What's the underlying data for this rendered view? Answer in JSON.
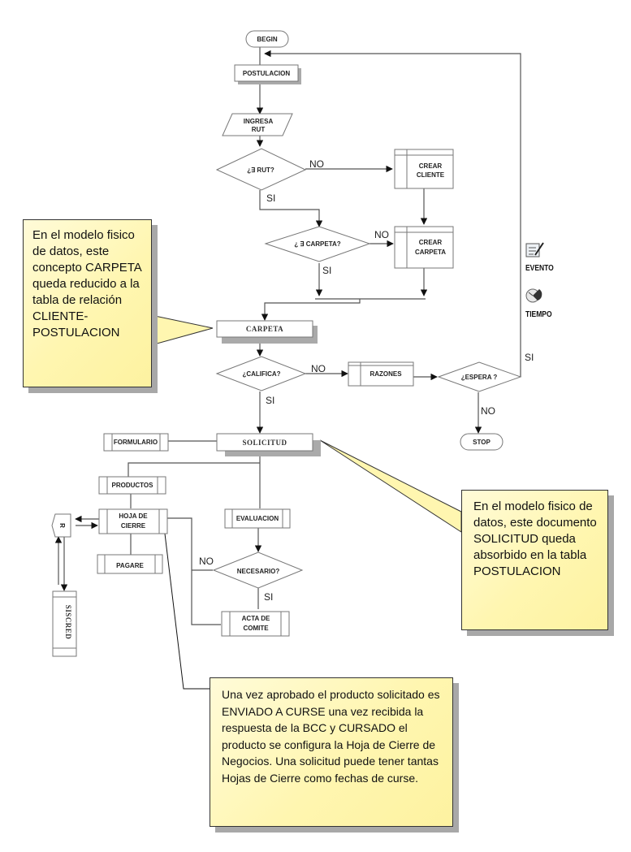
{
  "nodes": {
    "begin": "BEGIN",
    "postulacion": "POSTULACION",
    "ingresa_rut": [
      "INGRESA",
      "RUT"
    ],
    "existe_rut": "¿∃ RUT?",
    "crear_cliente": [
      "CREAR",
      "CLIENTE"
    ],
    "existe_carpeta": "¿ ∃ CARPETA?",
    "crear_carpeta": [
      "CREAR",
      "CARPETA"
    ],
    "carpeta": "CARPETA",
    "califica": "¿CALIFICA?",
    "razones": "RAZONES",
    "espera": "¿ESPERA ?",
    "stop": "STOP",
    "solicitud": "SOLICITUD",
    "formulario": "FORMULARIO",
    "productos": "PRODUCTOS",
    "hoja_de_cierre": [
      "HOJA DE",
      "CIERRE"
    ],
    "r": "R",
    "pagare": "PAGARE",
    "siscred": "SISCRED",
    "evaluacion": "EVALUACION",
    "necesario": "NECESARIO?",
    "acta_de_comite": [
      "ACTA DE",
      "COMITE"
    ]
  },
  "edge_labels": {
    "rut_no": "NO",
    "rut_si": "SI",
    "carpeta_no": "NO",
    "carpeta_si": "SI",
    "califica_no": "NO",
    "califica_si": "SI",
    "espera_si": "SI",
    "espera_no": "NO",
    "necesario_no": "NO",
    "necesario_si": "SI"
  },
  "side_legend": {
    "evento": "EVENTO",
    "tiempo": "TIEMPO"
  },
  "callouts": {
    "carpeta_note": "En el modelo fisico de datos, este concepto CARPETA queda reducido a la tabla de relación CLIENTE-POSTULACION",
    "solicitud_note": "En el modelo fisico de datos, este documento SOLICITUD queda absorbido en la tabla POSTULACION",
    "hoja_cierre_note": "Una vez aprobado el producto solicitado es ENVIADO A CURSE una vez recibida la respuesta de la BCC y CURSADO el producto se configura la Hoja de Cierre de Negocios. Una solicitud puede tener tantas Hojas de Cierre como fechas de curse."
  },
  "colors": {
    "callout_fill": "#fff6b0",
    "line": "#555555",
    "shadow": "#a8a8a8"
  }
}
